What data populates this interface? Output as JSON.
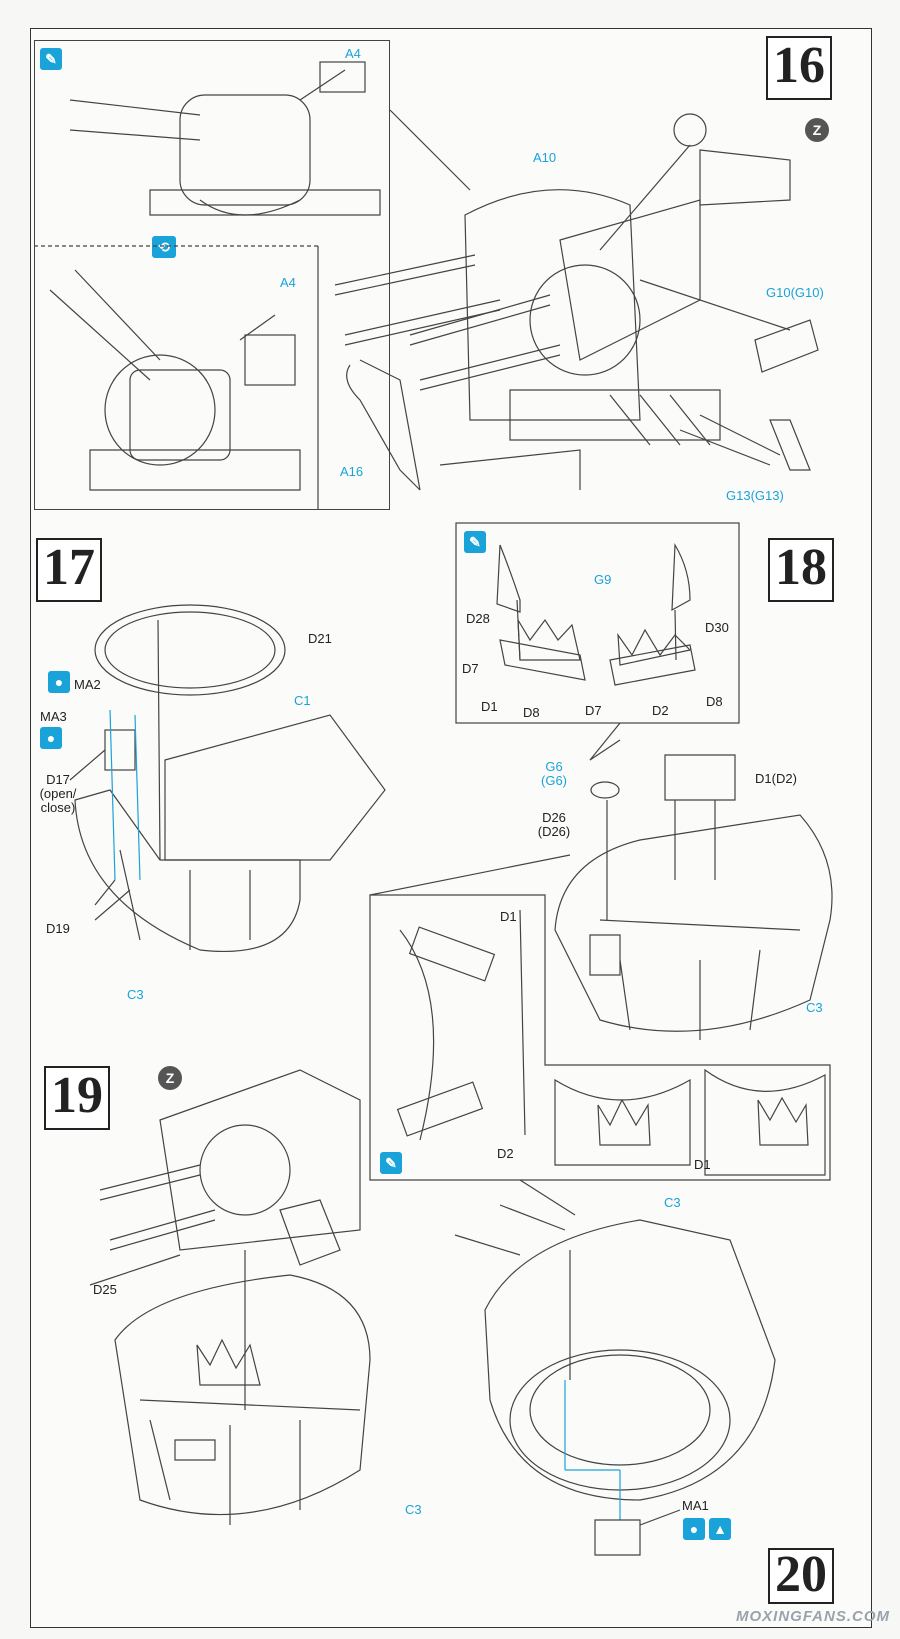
{
  "steps": {
    "s16": "16",
    "s17": "17",
    "s18": "18",
    "s19": "19",
    "s20": "20"
  },
  "step16": {
    "a4_top": "A4",
    "a4_bottom": "A4",
    "a10": "A10",
    "a16": "A16",
    "g10": "G10(G10)",
    "g13": "G13(G13)"
  },
  "step17": {
    "d21": "D21",
    "c1": "C1",
    "ma2": "MA2",
    "ma3": "MA3",
    "d17": "D17",
    "d17_note1": "(open/",
    "d17_note2": "close)",
    "d19": "D19",
    "c3": "C3"
  },
  "step18": {
    "g9": "G9",
    "d28": "D28",
    "d30": "D30",
    "d7_left": "D7",
    "d1_left": "D1",
    "d8_left": "D8",
    "d7_right": "D7",
    "d2_right": "D2",
    "d8_right": "D8",
    "g6": "G6",
    "g6_alt": "(G6)",
    "d26": "D26",
    "d26_alt": "(D26)",
    "d1d2": "D1(D2)",
    "c3": "C3",
    "d1_detail": "D1",
    "d2_detail": "D2",
    "d1_inset": "D1"
  },
  "step19": {
    "d25": "D25",
    "c3": "C3"
  },
  "step20": {
    "c3": "C3",
    "ma1": "MA1"
  },
  "icons": {
    "brush": "brush-icon",
    "glue": "glue-icon",
    "rotate": "rotate-icon",
    "z_badge": "Z",
    "up": "arrow-up-icon"
  },
  "watermark": "MOXINGFANS.COM",
  "colors": {
    "accent": "#1aa3d8",
    "line": "#444444"
  }
}
